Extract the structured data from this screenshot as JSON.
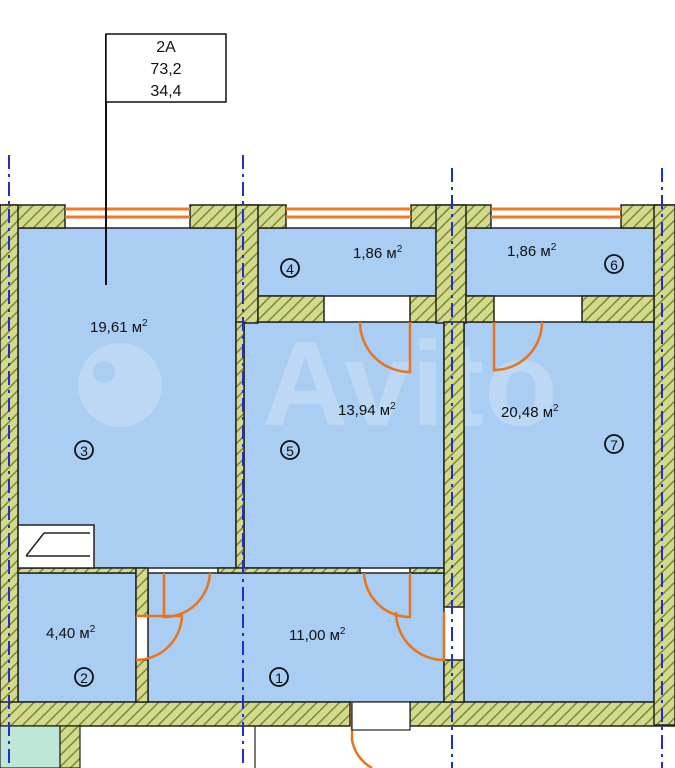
{
  "apartment_tag": {
    "number": "2А",
    "total_area": "73,2",
    "living_area": "34,4"
  },
  "rooms": [
    {
      "id": "1",
      "area": "11,00 м",
      "sup": "2"
    },
    {
      "id": "2",
      "area": "4,40 м",
      "sup": "2"
    },
    {
      "id": "3",
      "area": "19,61 м",
      "sup": "2"
    },
    {
      "id": "4",
      "area": "1,86 м",
      "sup": "2"
    },
    {
      "id": "5",
      "area": "13,94 м",
      "sup": "2"
    },
    {
      "id": "6",
      "area": "1,86 м",
      "sup": "2"
    },
    {
      "id": "7",
      "area": "20,48 м",
      "sup": "2"
    }
  ],
  "watermark": "Avito",
  "colors": {
    "room_fill": "#a9cdf3",
    "wall_fill": "#cfd58a",
    "wall_hatch": "#7c8a2a",
    "door_orange": "#e8741c",
    "window_orange": "#f07a22",
    "axis_blue": "#1a2fd8"
  }
}
